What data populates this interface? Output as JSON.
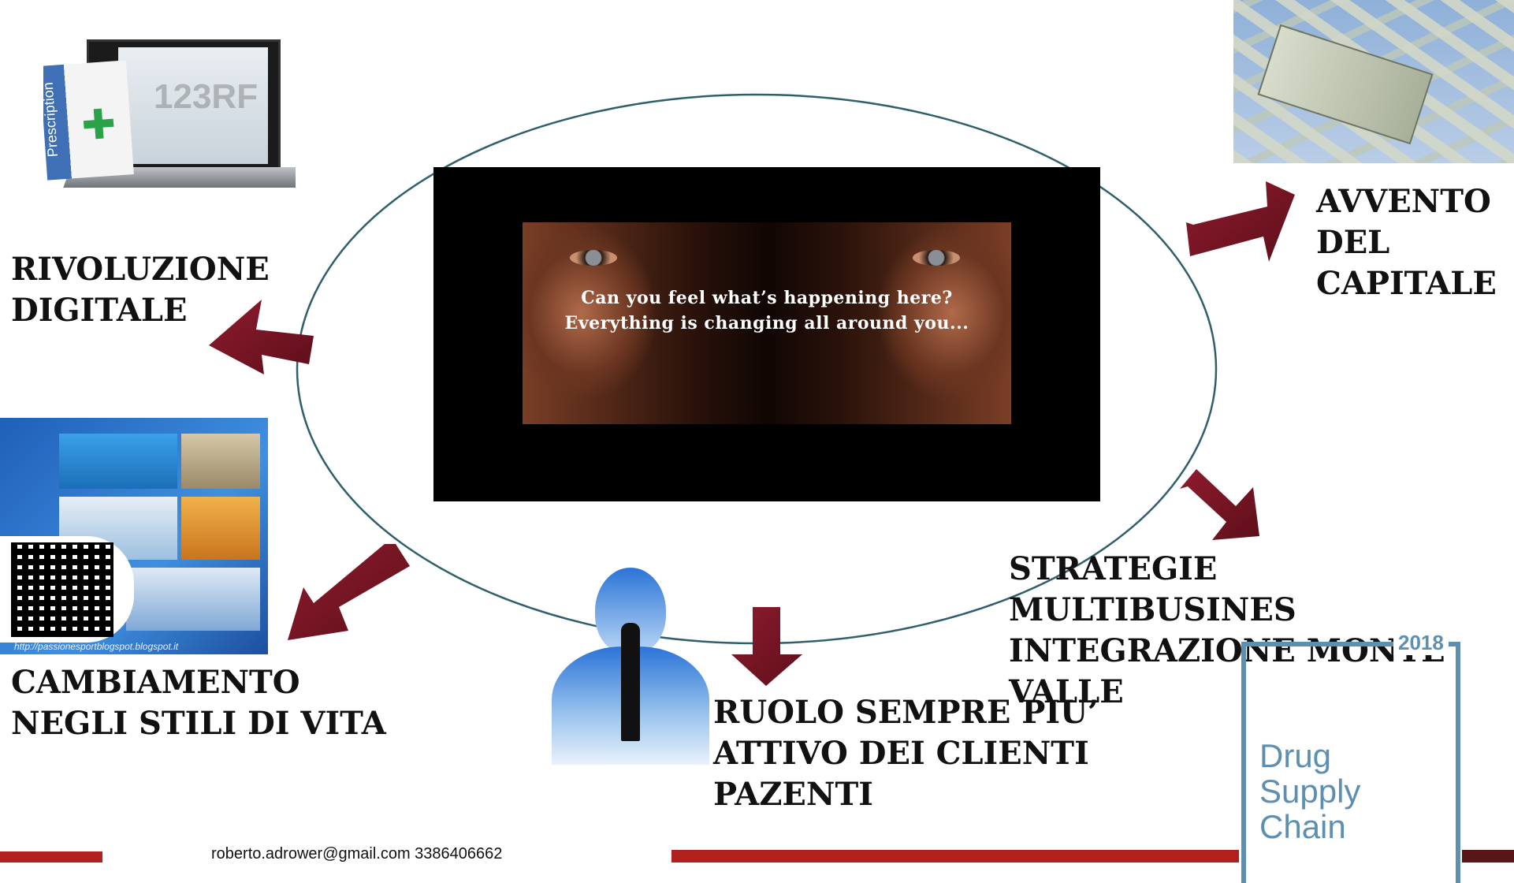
{
  "center": {
    "caption_line1": "Can you feel what’s happening here?",
    "caption_line2": "Everything is changing all around you..."
  },
  "labels": {
    "top_left": "RIVOLUZIONE\nDIGITALE",
    "top_right": "AVVENTO\nDEL\nCAPITALE",
    "right": " STRATEGIE MULTIBUSINES\nINTEGRAZIONE  MONTE\nVALLE",
    "bottom": " RUOLO SEMPRE PIU’\n ATTIVO DEI CLIENTI\nPAZENTI",
    "bottom_left": "CAMBIAMENTO\nNEGLI STILI DI VITA"
  },
  "images": {
    "prescription_text": "Prescription",
    "watermark": "123RF",
    "qr_url": "http://passionesportblogspot.blogspot.it"
  },
  "logo": {
    "year": "2018",
    "title": "Drug\nSupply\nChain"
  },
  "footer": {
    "contact": "roberto.adrower@gmail.com 3386406662"
  },
  "colors": {
    "arrow": "#7a1424",
    "ellipse": "#2f5f6a",
    "logo_blue": "#5d8fb2",
    "footer_red": "#b0201e"
  }
}
